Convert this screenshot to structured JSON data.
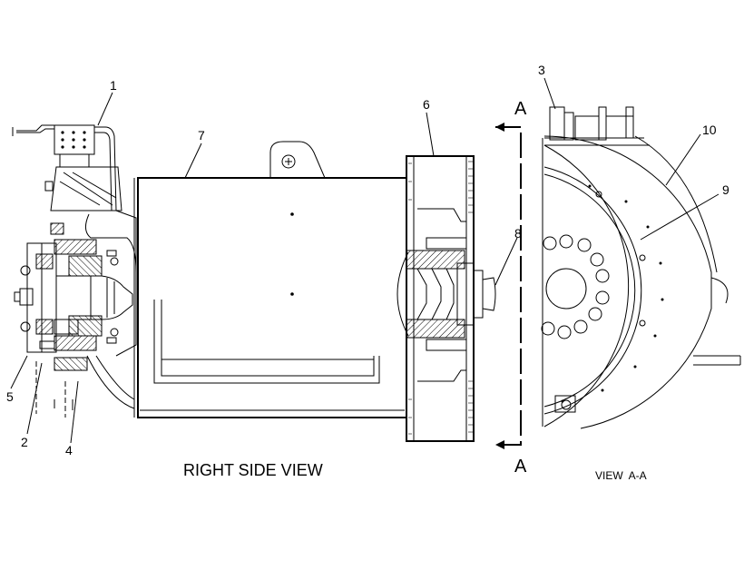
{
  "diagram": {
    "callouts": {
      "c1": "1",
      "c2": "2",
      "c3": "3",
      "c4": "4",
      "c5": "5",
      "c6": "6",
      "c7": "7",
      "c8": "8",
      "c9": "9",
      "c10": "10"
    },
    "section_marks": {
      "top": "A",
      "bottom": "A"
    },
    "view_labels": {
      "right_side": "RIGHT SIDE VIEW",
      "section": "VIEW  A-A"
    },
    "colors": {
      "line": "#000000",
      "background": "#ffffff"
    }
  }
}
